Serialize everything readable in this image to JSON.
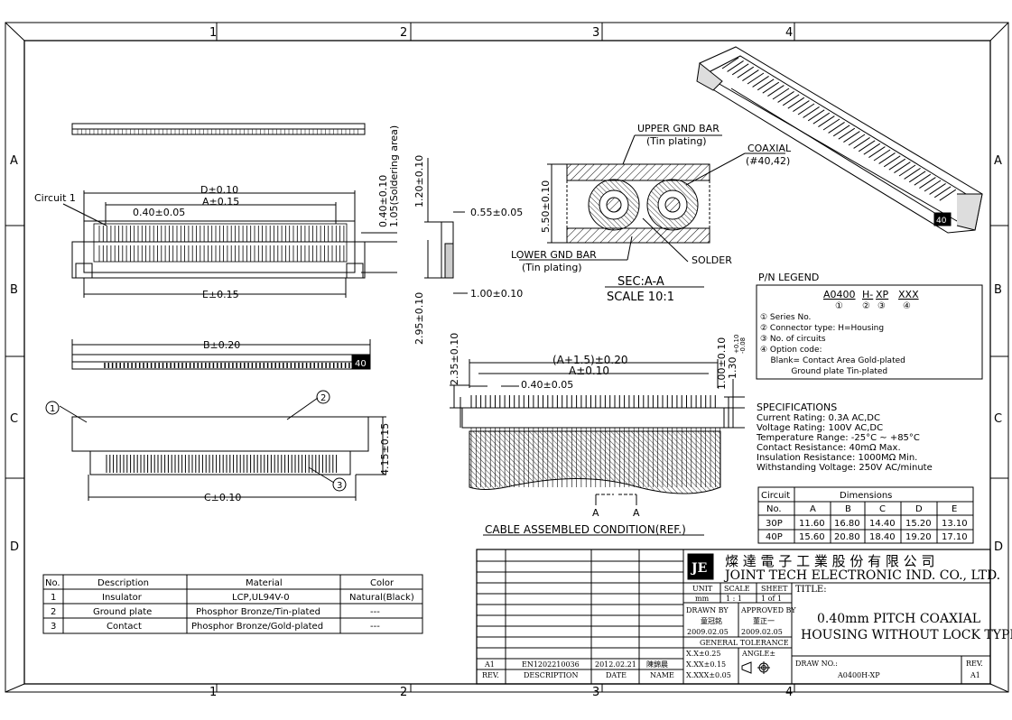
{
  "border": {
    "columns": [
      "1",
      "2",
      "3",
      "4"
    ],
    "rows": [
      "A",
      "B",
      "C",
      "D"
    ]
  },
  "dims": {
    "top_circuit": "Circuit 1",
    "top_pitch": "0.40±0.05",
    "top_d": "D±0.10",
    "top_a": "A±0.15",
    "top_e": "E±0.15",
    "side_040": "0.40±0.10",
    "side_105": "1.05(Soldering area)",
    "side_120": "1.20±0.10",
    "side_055": "0.55±0.05",
    "side_295": "2.95±0.10",
    "side_100": "1.00±0.10",
    "mid_b": "B±0.20",
    "mid_40": "40",
    "front_415": "4.15±0.15",
    "front_c": "C±0.10",
    "callout_1": "1",
    "callout_2": "2",
    "callout_3": "3",
    "cable_235": "2.35±0.10",
    "cable_a15": "(A+1.5)±0.20",
    "cable_a": "A±0.10",
    "cable_pitch": "0.40±0.05",
    "cable_100": "1.00±0.10",
    "cable_130": "1.30",
    "cable_130_tol_up": "+0.10",
    "cable_130_tol_dn": "-0.08",
    "cable_a_left": "A",
    "cable_a_right": "A",
    "cable_caption": "CABLE ASSEMBLED CONDITION(REF.)",
    "iso_40": "40"
  },
  "section": {
    "upper_gnd": "UPPER GND BAR",
    "upper_gnd_sub": "(Tin plating)",
    "coaxial": "COAXIAL",
    "coaxial_sub": "(#40,42)",
    "dim_550": "5.50±0.10",
    "lower_gnd": "LOWER GND BAR",
    "lower_gnd_sub": "(Tin plating)",
    "solder": "SOLDER",
    "sec_title": "SEC:A-A",
    "sec_scale": "SCALE  10:1"
  },
  "pn_legend": {
    "title": "P/N LEGEND",
    "code_parts": [
      "A0400",
      "H-",
      "XP",
      "XXX"
    ],
    "code_marks": [
      "①",
      "②",
      "③",
      "④"
    ],
    "items": [
      "① Series No.",
      "② Connector type: H=Housing",
      "③ No. of circuits",
      "④ Option code:",
      "    Blank= Contact Area Gold-plated",
      "            Ground plate Tin-plated"
    ]
  },
  "specs": {
    "title": "SPECIFICATIONS",
    "lines": [
      "Current Rating: 0.3A AC,DC",
      "Voltage Rating: 100V AC,DC",
      "Temperature Range: -25°C ~ +85°C",
      "Contact Resistance: 40mΩ Max.",
      "Insulation Resistance: 1000MΩ Min.",
      "Withstanding Voltage: 250V AC/minute"
    ]
  },
  "dim_table": {
    "h_circuit": "Circuit",
    "h_no": "No.",
    "h_dims": "Dimensions",
    "cols": [
      "A",
      "B",
      "C",
      "D",
      "E"
    ],
    "rows": [
      {
        "no": "30P",
        "vals": [
          "11.60",
          "16.80",
          "14.40",
          "15.20",
          "13.10"
        ]
      },
      {
        "no": "40P",
        "vals": [
          "15.60",
          "20.80",
          "18.40",
          "19.20",
          "17.10"
        ]
      }
    ]
  },
  "materials": {
    "headers": [
      "No.",
      "Description",
      "Material",
      "Color"
    ],
    "rows": [
      [
        "1",
        "Insulator",
        "LCP,UL94V-0",
        "Natural(Black)"
      ],
      [
        "2",
        "Ground plate",
        "Phosphor Bronze/Tin-plated",
        "---"
      ],
      [
        "3",
        "Contact",
        "Phosphor Bronze/Gold-plated",
        "---"
      ]
    ]
  },
  "title_block": {
    "company_cn": "燦 達 電 子 工 業 股 份 有 限 公 司",
    "company_en": "JOINT TECH ELECTRONIC IND. CO., LTD.",
    "unit_h": "UNIT",
    "scale_h": "SCALE",
    "sheet_h": "SHEET",
    "unit": "mm",
    "scale": "1 : 1",
    "sheet": "1 of 1",
    "drawn_h": "DRAWN BY",
    "approved_h": "APPROVED BY",
    "drawn_name": "童冠銘",
    "approved_name": "董正一",
    "drawn_date": "2009.02.05",
    "approved_date": "2009.02.05",
    "tol_h": "GENERAL TOLERANCE",
    "tol1": "X.X±0.25",
    "tol2": "X.XX±0.15",
    "tol3": "X.XXX±0.05",
    "angle": "ANGLE±",
    "title_h": "TITLE:",
    "title1": "0.40mm PITCH COAXIAL",
    "title2": "HOUSING WITHOUT LOCK TYPE",
    "dwg_h": "DRAW NO.:",
    "dwg": "A0400H-XP",
    "rev_h": "REV.",
    "rev": "A1",
    "rev_row": [
      "A1",
      "EN1202210036",
      "2012.02.21",
      "陳錦晨"
    ],
    "rev_headers": [
      "REV.",
      "DESCRIPTION",
      "DATE",
      "NAME"
    ]
  }
}
